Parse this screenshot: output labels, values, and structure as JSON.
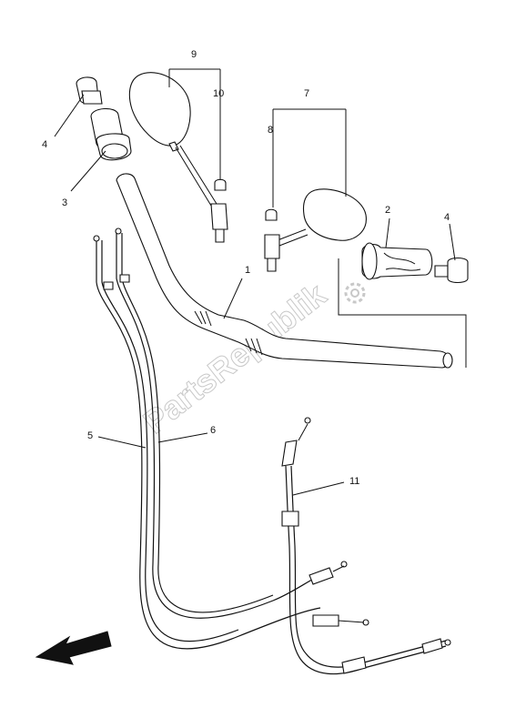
{
  "watermark": "PartsRepublik",
  "callouts": [
    {
      "id": "c1",
      "text": "1"
    },
    {
      "id": "c2",
      "text": "2"
    },
    {
      "id": "c3",
      "text": "3"
    },
    {
      "id": "c4a",
      "text": "4"
    },
    {
      "id": "c4b",
      "text": "4"
    },
    {
      "id": "c5",
      "text": "5"
    },
    {
      "id": "c6",
      "text": "6"
    },
    {
      "id": "c7",
      "text": "7"
    },
    {
      "id": "c8",
      "text": "8"
    },
    {
      "id": "c9",
      "text": "9"
    },
    {
      "id": "c10",
      "text": "10"
    },
    {
      "id": "c11",
      "text": "11"
    }
  ]
}
